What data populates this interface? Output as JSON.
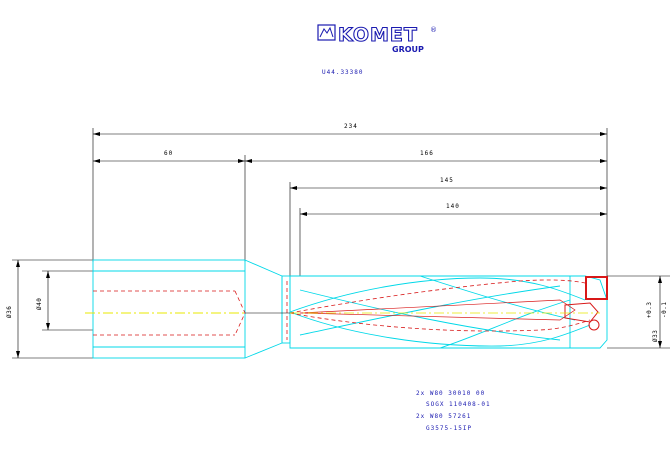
{
  "brand": {
    "name": "KOMET",
    "sub": "GROUP",
    "reg": "®"
  },
  "part_number": "U44.33380",
  "dimensions": {
    "overall_length": "234",
    "shank_length": "60",
    "body_length": "166",
    "length_145": "145",
    "length_140": "140",
    "diameter_shank_outer": "Ø36",
    "diameter_shank": "Ø40",
    "diameter_cut": "Ø33"
  },
  "tolerance": {
    "upper": "+0.3",
    "lower": "-0.1"
  },
  "components": [
    "2x W80 30010 00",
    "SOGX 110408-01",
    "2x W80 57261",
    "G3575-15IP"
  ],
  "colors": {
    "outline": "#00d8e8",
    "insert": "#d81818",
    "dimension": "#000000",
    "axis": "#e8e800",
    "text": "#1a1ab0"
  }
}
